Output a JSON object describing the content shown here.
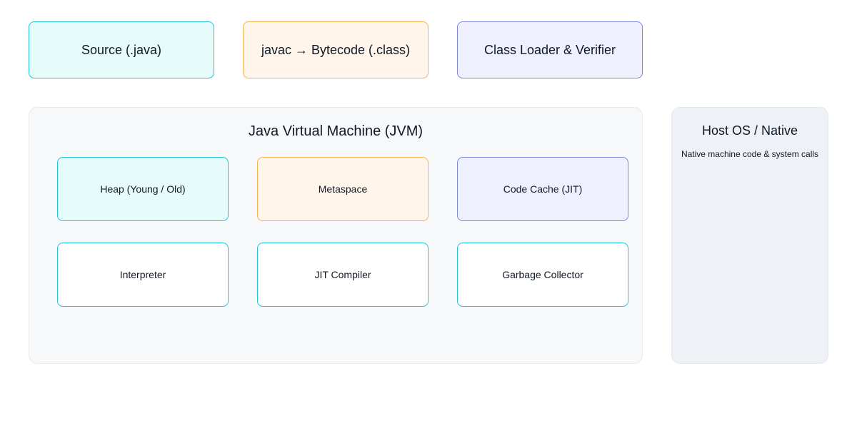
{
  "pipeline": {
    "source": "Source (.java)",
    "compile": "javac → Bytecode (.class)",
    "loader": "Class Loader & Verifier"
  },
  "jvm": {
    "title": "Java Virtual Machine (JVM)",
    "memory": [
      "Heap (Young / Old)",
      "Metaspace",
      "Code Cache (JIT)"
    ],
    "engines": [
      "Interpreter",
      "JIT Compiler",
      "Garbage Collector"
    ]
  },
  "host": {
    "title": "Host OS / Native",
    "description": "Native machine code & system calls"
  },
  "colors": {
    "teal_fill": "#e6fcfa",
    "teal_border": "#22c3d6",
    "orange_fill": "#fff5eb",
    "orange_border": "#f2b455",
    "indigo_fill": "#eef1fd",
    "indigo_border": "#7f86d9",
    "panel_fill": "#f7f8fa",
    "host_fill": "#eef2f7"
  }
}
